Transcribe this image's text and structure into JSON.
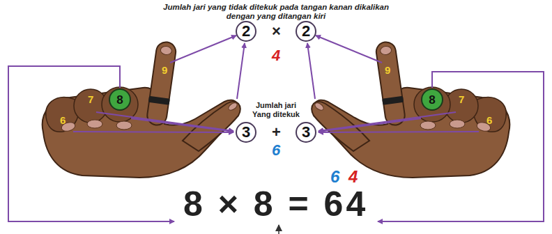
{
  "diagram": {
    "title": "Jumlah jari yang tidak ditekuk pada tangan kanan dikalikan dengan yang ditangan kiri",
    "nodes": [
      {
        "text": [
          "2"
        ]
      },
      {
        "text": [
          "2"
        ]
      },
      {
        "text": [
          "8"
        ]
      },
      {
        "text": [
          "8"
        ]
      },
      {
        "text": [
          "3"
        ]
      },
      {
        "text": [
          "3"
        ]
      }
    ],
    "labels": [
      "×",
      "4",
      "9",
      "7",
      "6",
      "9",
      "7",
      "6",
      "Jumlah jari Yang ditekuk",
      "+",
      "6",
      "6",
      "4",
      "8 × 8 = 64"
    ]
  }
}
